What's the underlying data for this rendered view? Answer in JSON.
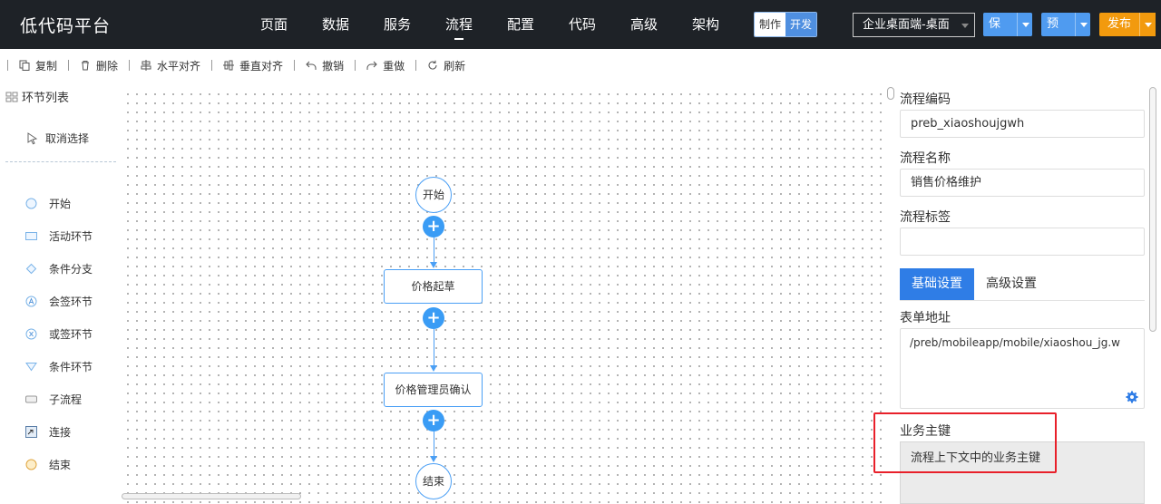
{
  "app": {
    "title": "低代码平台"
  },
  "nav": [
    "页面",
    "数据",
    "服务",
    "流程",
    "配置",
    "代码",
    "高级",
    "架构"
  ],
  "mode": {
    "make": "制作",
    "dev": "开发"
  },
  "target": {
    "value": "企业桌面端-桌面"
  },
  "actions": {
    "save": "保存",
    "preview": "预览",
    "publish": "发布"
  },
  "toolbar": {
    "copy": "复制",
    "delete": "删除",
    "align_h": "水平对齐",
    "align_v": "垂直对齐",
    "undo": "撤销",
    "redo": "重做",
    "refresh": "刷新"
  },
  "left": {
    "title": "环节列表",
    "cancel": "取消选择",
    "nodes": [
      "开始",
      "活动环节",
      "条件分支",
      "会签环节",
      "或签环节",
      "条件环节",
      "子流程",
      "连接",
      "结束"
    ]
  },
  "flow": {
    "start": "开始",
    "step1": "价格起草",
    "step2": "价格管理员确认",
    "end": "结束"
  },
  "right": {
    "code_label": "流程编码",
    "code_value": "preb_xiaoshoujgwh",
    "name_label": "流程名称",
    "name_value": "销售价格维护",
    "tag_label": "流程标签",
    "tag_value": "",
    "tab_basic": "基础设置",
    "tab_advanced": "高级设置",
    "form_label": "表单地址",
    "form_value": "/preb/mobileapp/mobile/xiaoshou_jg.w",
    "key_label": "业务主键",
    "key_value": "流程上下文中的业务主键"
  },
  "colors": {
    "accent": "#3a9cf5",
    "publish": "#f29a0e",
    "highlight": "#e8202a",
    "topbar": "#1e2227"
  }
}
